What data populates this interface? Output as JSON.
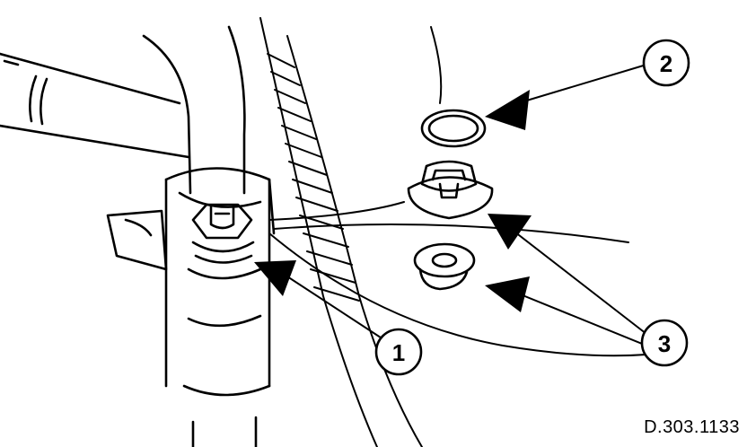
{
  "callouts": {
    "c1": "1",
    "c2": "2",
    "c3": "3"
  },
  "reference_code": "D.303.1133",
  "colors": {
    "line": "#000000",
    "background": "#ffffff"
  }
}
